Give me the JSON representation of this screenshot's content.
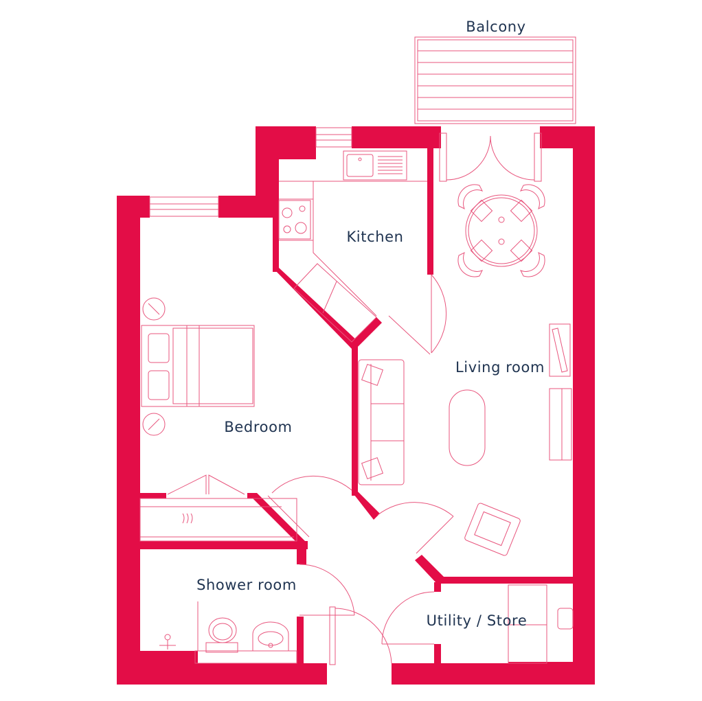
{
  "plan": {
    "rooms": {
      "balcony": "Balcony",
      "kitchen": "Kitchen",
      "living_room": "Living room",
      "bedroom": "Bedroom",
      "shower_room": "Shower room",
      "utility_store": "Utility / Store"
    }
  },
  "colors": {
    "wall": "#e30d47",
    "fixture_line": "#e8557d",
    "label_text": "#1f3350",
    "background": "#ffffff"
  }
}
